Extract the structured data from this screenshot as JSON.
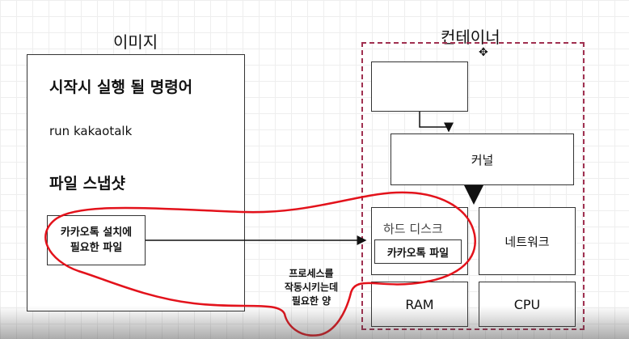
{
  "image_box": {
    "title": "이미지",
    "startup_heading": "시작시 실행 될 명령어",
    "command": "run kakaotalk",
    "snapshot_heading": "파일 스냅샷",
    "install_file_line1": "카카오톡 설치에",
    "install_file_line2": "필요한 파일"
  },
  "container": {
    "title": "컨테이너",
    "kernel": "커널",
    "hard_disk": "하드 디스크",
    "kakaotalk_file": "카카오톡 파일",
    "network": "네트워크",
    "ram": "RAM",
    "cpu": "CPU"
  },
  "annotation": {
    "line1": "프로세스를",
    "line2": "작동시키는데",
    "line3": "필요한 양"
  },
  "colors": {
    "container_border": "#a03050",
    "annotation_red": "#e3121b"
  }
}
